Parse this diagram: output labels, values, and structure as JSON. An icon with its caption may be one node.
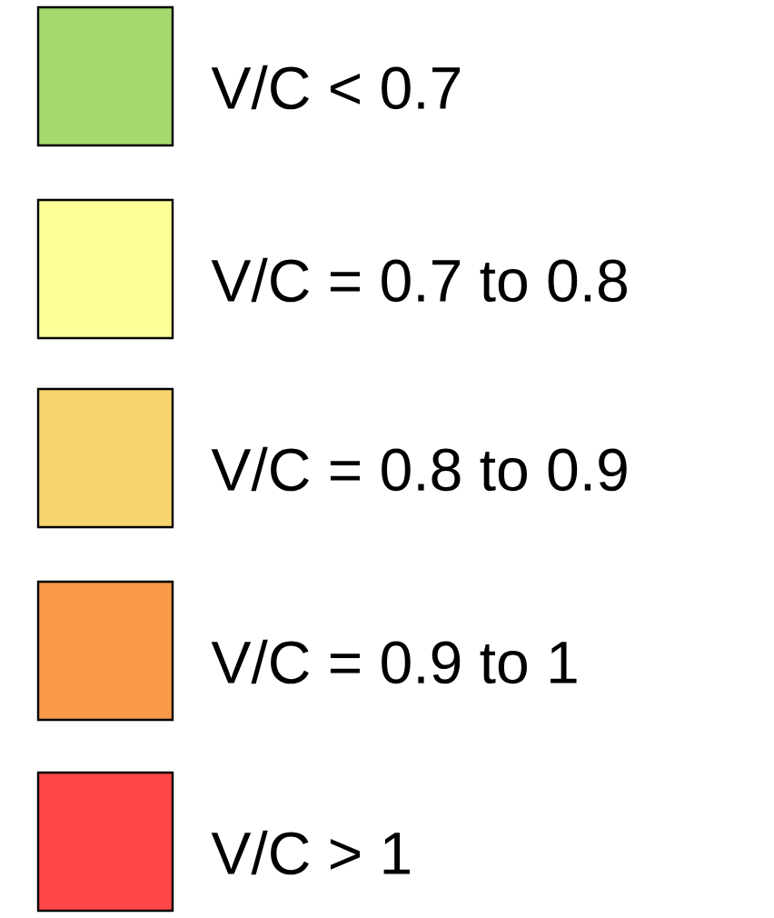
{
  "diagram": {
    "legend": [
      {
        "text": "V/C < 0.7",
        "color": "#a5d86e"
      },
      {
        "text": "V/C = 0.7 to 0.8",
        "color": "#ffff99"
      },
      {
        "text": "V/C = 0.8 to 0.9",
        "color": "#f8d46f"
      },
      {
        "text": "V/C = 0.9 to 1",
        "color": "#f89a48"
      },
      {
        "text": "V/C > 1",
        "color": "#ff4747"
      }
    ]
  }
}
